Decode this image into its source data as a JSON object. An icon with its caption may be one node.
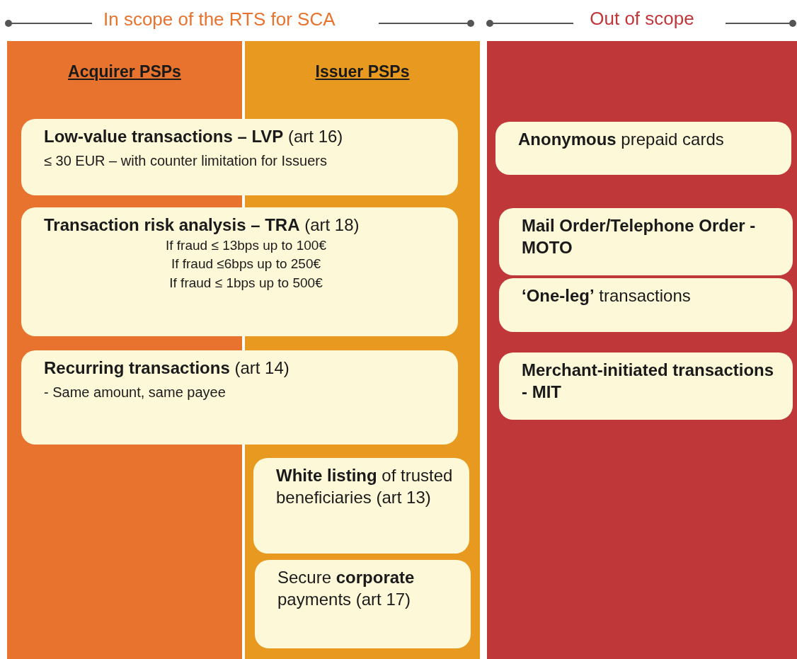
{
  "diagram": {
    "nodes": [
      {
        "text": [
          "Acquirer PSPs"
        ]
      },
      {
        "text": [
          "Issuer PSPs"
        ]
      },
      {
        "text": [
          "Out of scope"
        ]
      },
      {
        "text": [
          "**Low-value transactions – LVP** (art 16)",
          "≤ 30 EUR – with counter limitation for Issuers"
        ]
      },
      {
        "text": [
          "**Transaction risk analysis – TRA** (art 18)",
          "If fraud ≤ 13bps up to 100€",
          "If fraud ≤6bps up to 250€",
          "If fraud ≤ 1bps up to 500€"
        ]
      },
      {
        "text": [
          "**Recurring transactions** (art 14)",
          "- Same amount, same payee"
        ]
      },
      {
        "text": [
          "**White listing** of trusted beneficiaries (art 13)"
        ],
        "in": 1
      },
      {
        "text": [
          "Secure **corporate** payments (art 17)"
        ],
        "in": 1
      },
      {
        "text": [
          "**Anonymous** prepaid cards"
        ],
        "in": 2
      },
      {
        "text": [
          "Mail Order/Telephone Order - MOTO"
        ],
        "in": 2
      },
      {
        "text": [
          "**‘One-leg’** transactions"
        ],
        "in": 2
      },
      {
        "text": [
          "Merchant-initiated transactions - MIT"
        ],
        "in": 2
      }
    ],
    "labels": [
      "In scope of the RTS for SCA"
    ]
  }
}
